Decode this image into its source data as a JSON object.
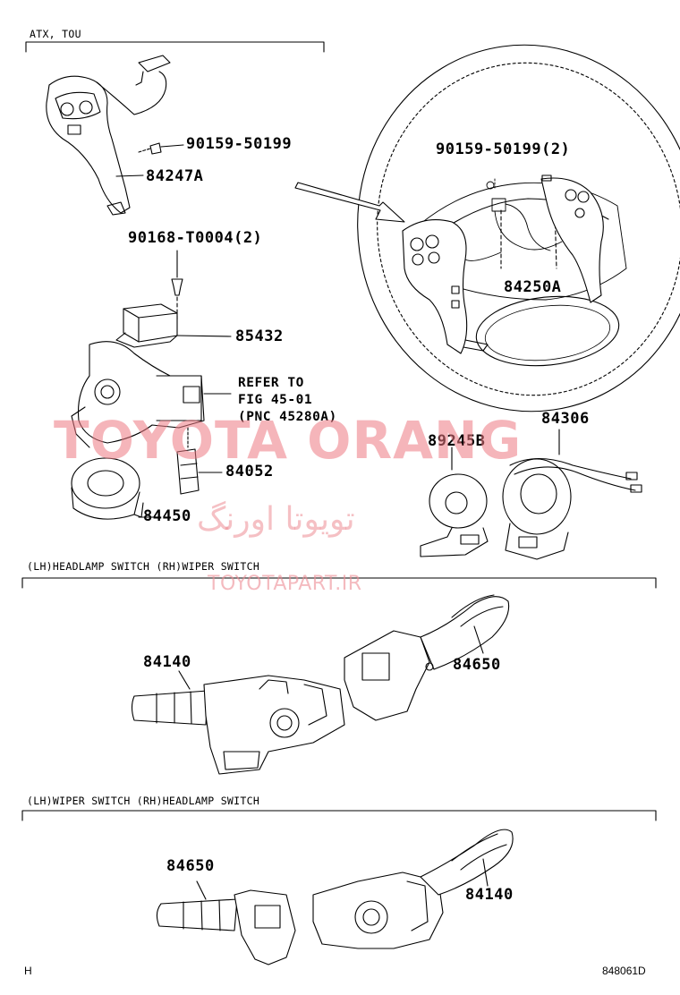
{
  "sections": {
    "top_header": "ATX, TOU",
    "middle_header": "(LH)HEADLAMP SWITCH  (RH)WIPER SWITCH",
    "bottom_header": "(LH)WIPER SWITCH  (RH)HEADLAMP SWITCH"
  },
  "parts": {
    "p_90159_top": "90159-50199",
    "p_84247a": "84247A",
    "p_90168": "90168-T0004(2)",
    "p_85432": "85432",
    "p_84052": "84052",
    "p_84450": "84450",
    "p_90159_right": "90159-50199(2)",
    "p_84250a": "84250A",
    "p_89245b": "89245B",
    "p_84306": "84306",
    "p_84140_mid": "84140",
    "p_84650_mid": "84650",
    "p_84650_bot": "84650",
    "p_84140_bot": "84140"
  },
  "refer": {
    "line1": "REFER TO",
    "line2": "FIG 45-01",
    "line3": "(PNC 45280A)"
  },
  "watermark": {
    "brand": "TOYOTA ORANG",
    "persian": "تویوتا اورنگ",
    "url": "TOYOTAPART.IR"
  },
  "footer": {
    "left": "H",
    "right": "848061D"
  }
}
